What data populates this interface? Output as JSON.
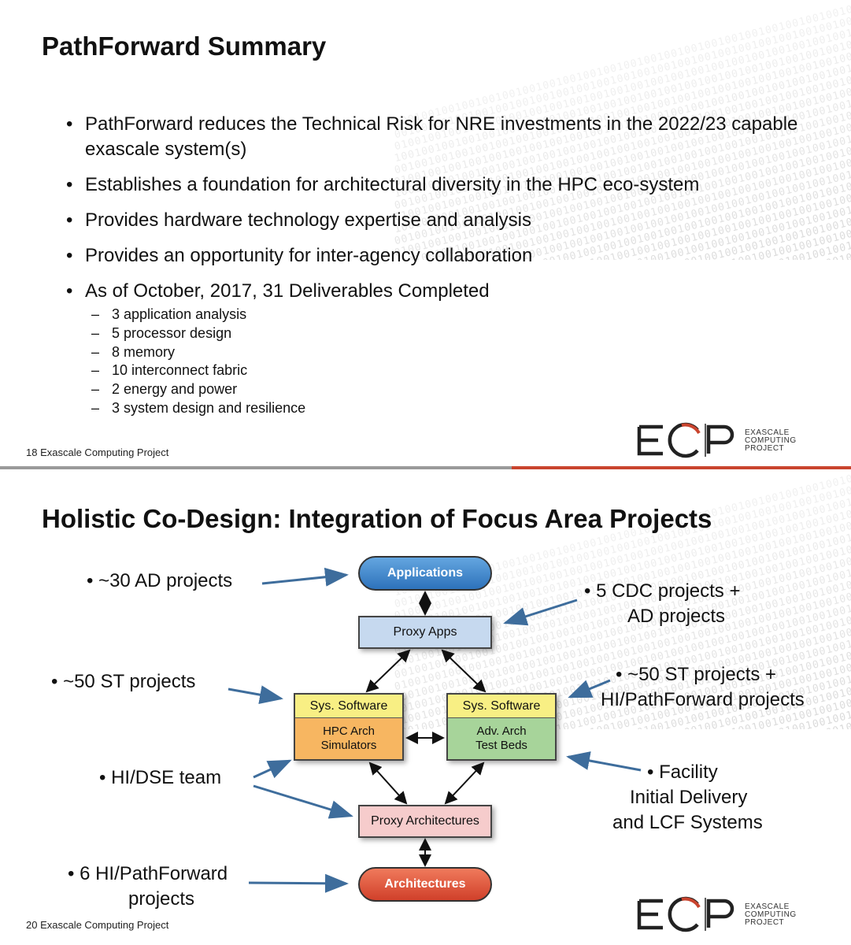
{
  "slide1": {
    "title": "PathForward Summary",
    "bullets": [
      {
        "text": "PathForward reduces the Technical Risk for NRE investments in the 2022/23 capable exascale system(s)"
      },
      {
        "text": "Establishes a foundation for architectural diversity in the HPC eco-system"
      },
      {
        "text": "Provides hardware technology expertise and analysis"
      },
      {
        "text": "Provides an opportunity for inter-agency collaboration"
      },
      {
        "text": "As of October, 2017, 31 Deliverables Completed",
        "subs": [
          "3 application analysis",
          "5 processor design",
          "8 memory",
          "10 interconnect fabric",
          "2 energy and power",
          "3 system design and resilience"
        ]
      }
    ],
    "footer": "18  Exascale Computing Project"
  },
  "slide2": {
    "title": "Holistic Co-Design: Integration of Focus Area Projects",
    "labels": {
      "ad": "• ~30 AD projects",
      "cdc_1": "• 5 CDC projects +",
      "cdc_2": "AD projects",
      "st_left": "• ~50 ST projects",
      "st_right_1": "• ~50 ST projects +",
      "st_right_2": "HI/PathForward projects",
      "dse": "• HI/DSE team",
      "facility_1": "• Facility",
      "facility_2": "Initial Delivery",
      "facility_3": "and LCF Systems",
      "hi_1": "• 6 HI/PathForward",
      "hi_2": "projects"
    },
    "nodes": {
      "applications": "Applications",
      "proxy_apps": "Proxy Apps",
      "sys_left_top": "Sys. Software",
      "sys_left_bot_1": "HPC Arch",
      "sys_left_bot_2": "Simulators",
      "sys_right_top": "Sys. Software",
      "sys_right_bot_1": "Adv. Arch",
      "sys_right_bot_2": "Test Beds",
      "proxy_arch": "Proxy Architectures",
      "architectures": "Architectures"
    },
    "footer": "20  Exascale Computing Project"
  },
  "logo": {
    "letters": "ECP",
    "line1": "EXASCALE",
    "line2": "COMPUTING",
    "line3": "PROJECT"
  },
  "colors": {
    "accent_red": "#c9442e",
    "node_blue": "#2d72bb",
    "node_red": "#d0402a",
    "arrow_blue": "#3e6d9c"
  }
}
